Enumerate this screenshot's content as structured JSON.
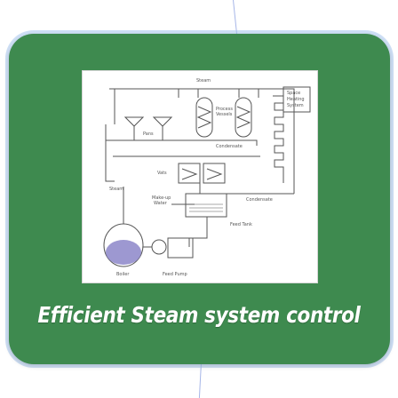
{
  "caption": "Efficient Steam system control",
  "diagram": {
    "labels": {
      "steam_top": "Steam",
      "space": "Space",
      "heating": "Heating",
      "system": "System",
      "process": "Process",
      "vessels": "Vessels",
      "pans": "Pans",
      "condensate_1": "Condensate",
      "vats": "Vats",
      "steam_side": "Steam",
      "condensate_2": "Condensate",
      "make_up": "Make-up",
      "water": "Water",
      "feed_tank": "Feed Tank",
      "boiler": "Boiler",
      "feed_pump": "Feed Pump"
    }
  },
  "colors": {
    "card": "#3e8a4f",
    "connector": "#a6b6e8",
    "boiler_water": "#8c86c9",
    "line": "#555555"
  }
}
